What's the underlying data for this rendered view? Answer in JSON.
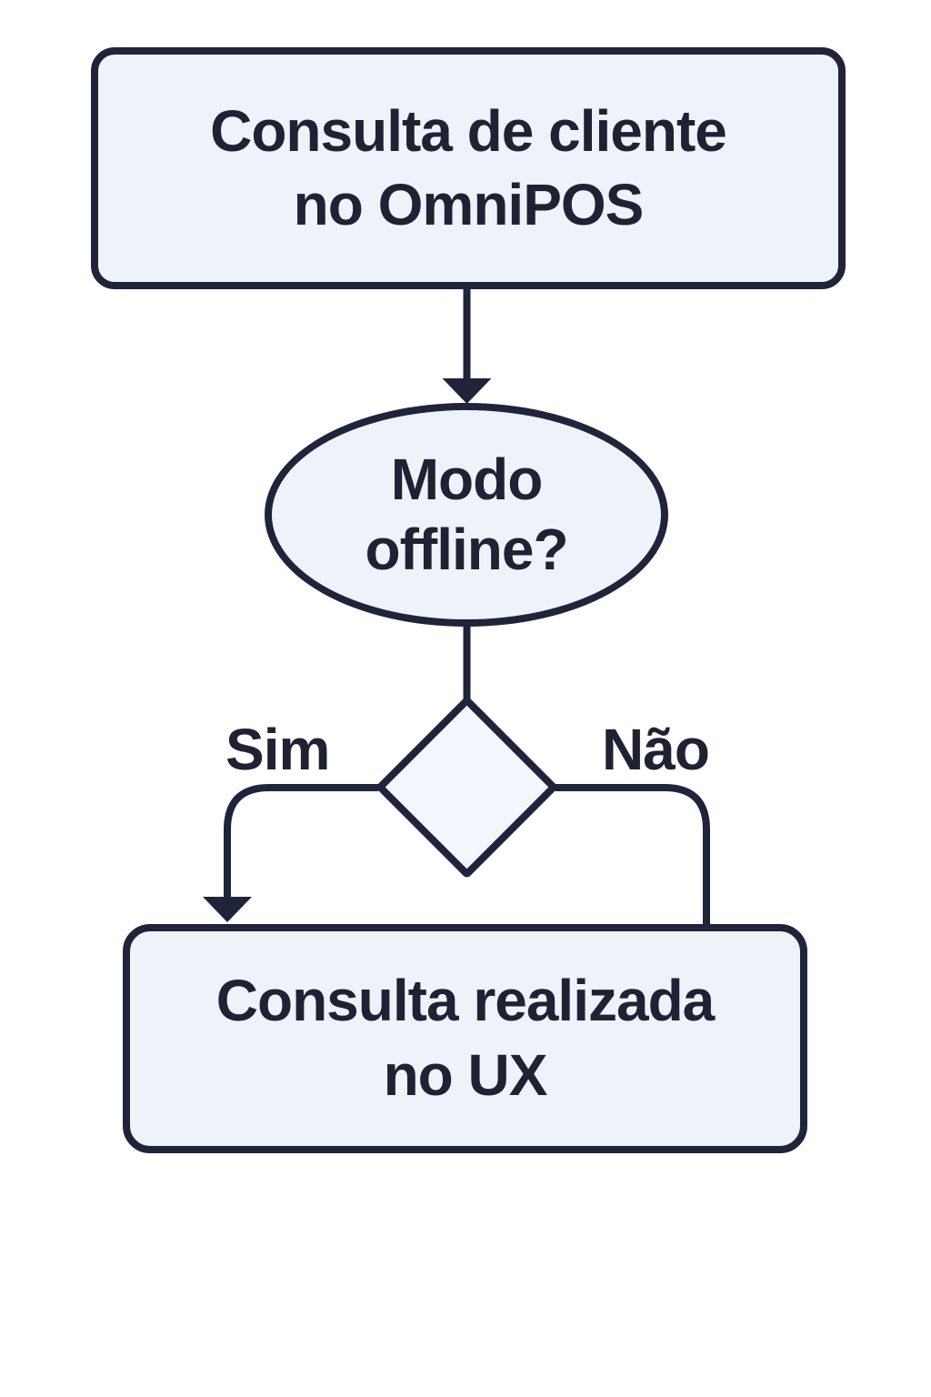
{
  "diagram": {
    "type": "flowchart",
    "nodes": {
      "start": {
        "shape": "rounded-rectangle",
        "label": "Consulta de cliente\nno OmniPOS"
      },
      "decision": {
        "shape": "ellipse",
        "label": "Modo\noffline?"
      },
      "branch": {
        "shape": "diamond",
        "label": ""
      },
      "end": {
        "shape": "rounded-rectangle",
        "label": "Consulta realizada\nno UX"
      }
    },
    "edges": {
      "yes_label": "Sim",
      "no_label": "Não"
    },
    "colors": {
      "stroke": "#20243a",
      "text": "#1e2233",
      "node-fill": "#eef3fa",
      "diamond-fill": "#f3f7fd",
      "background": "#ffffff"
    }
  }
}
